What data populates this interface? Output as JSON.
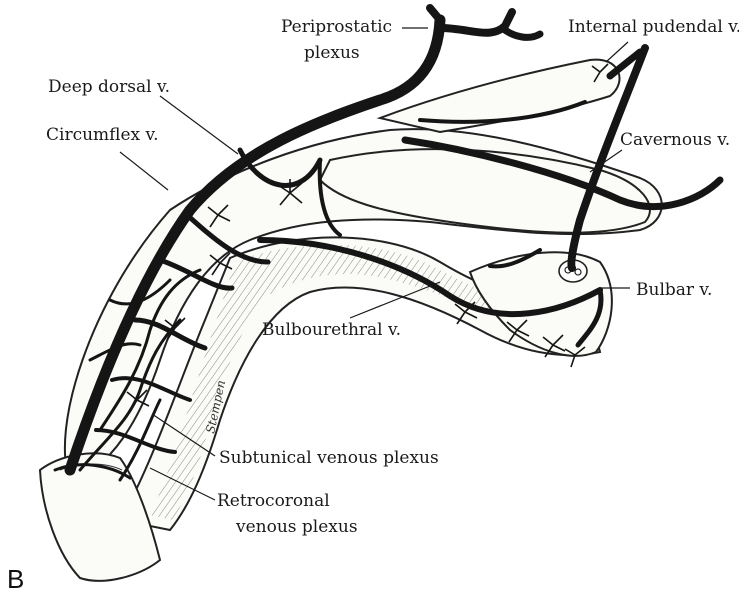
{
  "figure": {
    "panel_letter": "B",
    "signature": "Stempen",
    "labels": {
      "periprostatic_line1": "Periprostatic",
      "periprostatic_line2": "plexus",
      "internal_pudendal": "Internal pudendal v.",
      "deep_dorsal": "Deep dorsal v.",
      "circumflex": "Circumflex v.",
      "cavernous": "Cavernous v.",
      "bulbar": "Bulbar v.",
      "bulbourethral": "Bulbourethral v.",
      "subtunical": "Subtunical venous plexus",
      "retrocoronal_line1": "Retrocoronal",
      "retrocoronal_line2": "venous plexus"
    }
  }
}
